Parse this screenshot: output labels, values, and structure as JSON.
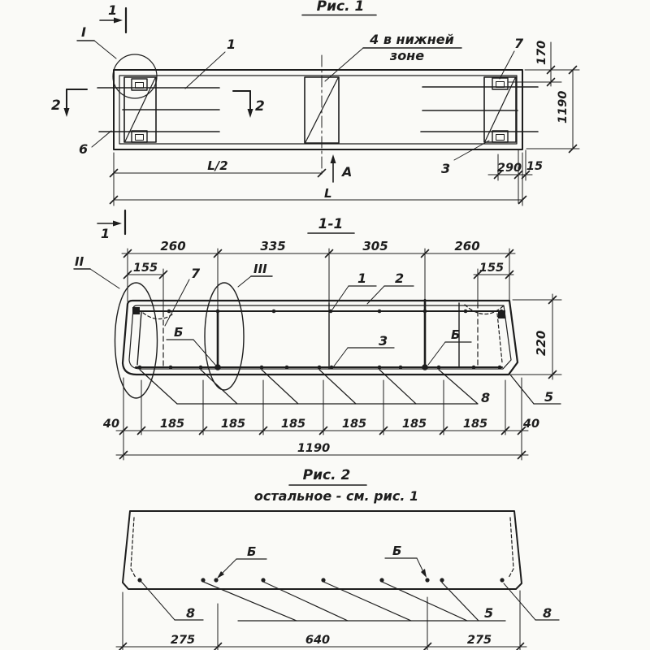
{
  "colors": {
    "paper": "#fafaf7",
    "ink": "#1d1d1d"
  },
  "fig1": {
    "title": "Рис. 1",
    "section_mark_top": "1",
    "detail_mark": "I",
    "pos_1": "1",
    "pos_4_line1": "4 в нижней",
    "pos_4_line2": "зоне",
    "pos_7": "7",
    "pos_6": "6",
    "pos_3": "3",
    "section_mark_2_left": "2",
    "section_mark_2_right": "2",
    "view_arrow": "А",
    "dim_170": "170",
    "dim_1190": "1190",
    "dim_290": "290",
    "dim_15": "15",
    "dim_half_span": "L/2",
    "dim_span": "L"
  },
  "section": {
    "title": "1-1",
    "section_mark": "1",
    "detail_mark_II": "II",
    "detail_mark_III": "III",
    "pos_7": "7",
    "pos_1": "1",
    "pos_2": "2",
    "pos_3": "3",
    "pos_b_left": "Б",
    "pos_b_right": "Б",
    "pos_8": "8",
    "pos_5": "5",
    "dims_top": [
      "260",
      "335",
      "305",
      "260"
    ],
    "dims_155": [
      "155",
      "155"
    ],
    "dim_220": "220",
    "dims_bottom": [
      "40",
      "185",
      "185",
      "185",
      "185",
      "185",
      "185",
      "40"
    ],
    "dim_total": "1190"
  },
  "fig2": {
    "title": "Рис. 2",
    "subtitle": "остальное - см. рис. 1",
    "pos_b_1": "Б",
    "pos_b_2": "Б",
    "pos_8_left": "8",
    "pos_5": "5",
    "pos_8_right": "8",
    "dims": [
      "275",
      "640",
      "275"
    ]
  }
}
